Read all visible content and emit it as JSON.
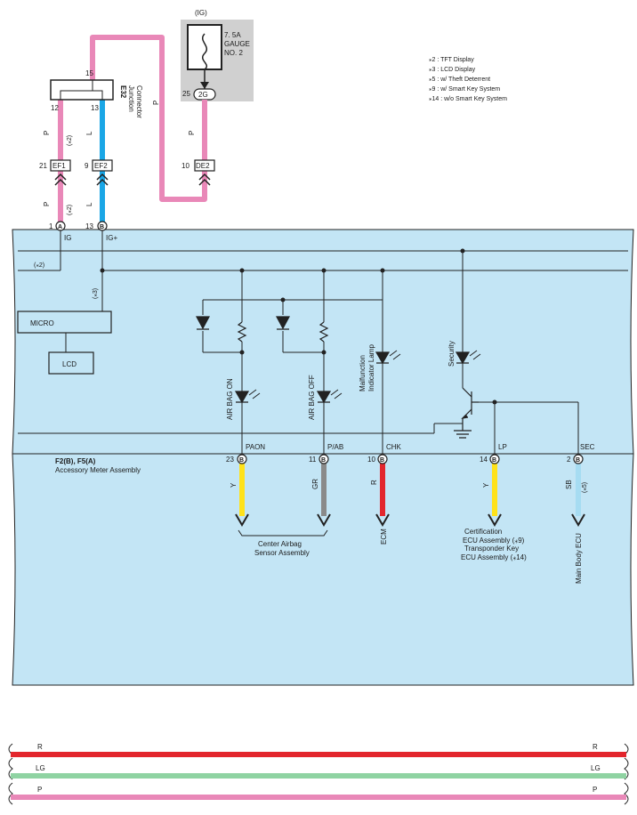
{
  "fuse": {
    "power_source": "(IG)",
    "rating": "7. 5A",
    "name_line1": "GAUGE",
    "name_line2": "NO. 2",
    "terminal_pin": "25",
    "terminal_label": "2G"
  },
  "notes": [
    "⁎2 : TFT Display",
    "⁎3 : LCD Display",
    "⁎5 : w/ Theft Deterrent",
    "⁎9 : w/ Smart Key System",
    "⁎14 : w/o Smart Key System"
  ],
  "junction": {
    "code": "E32",
    "name_line1": "Junction",
    "name_line2": "Connector",
    "pin_top": "15",
    "pin_left": "12",
    "pin_right": "13"
  },
  "wire_codes": {
    "pink": "P",
    "blue": "L",
    "yellow": "Y",
    "gray": "GR",
    "red": "R",
    "sky_blue": "SB",
    "light_green": "LG"
  },
  "note_refs": {
    "tft": "(⁎2)",
    "lcd": "(⁎3)",
    "theft": "(⁎5)"
  },
  "connectors": {
    "ef1": {
      "pin": "21",
      "label": "EF1"
    },
    "ef2": {
      "pin": "9",
      "label": "EF2"
    },
    "de2": {
      "pin": "10",
      "label": "DE2"
    }
  },
  "meter_terminals": {
    "ig": {
      "pin": "1",
      "conn": "A",
      "label": "IG"
    },
    "igplus": {
      "pin": "13",
      "conn": "B",
      "label": "IG+"
    },
    "paon": {
      "pin": "23",
      "conn": "B",
      "label": "PAON"
    },
    "pab": {
      "pin": "11",
      "conn": "B",
      "label": "P/AB"
    },
    "chk": {
      "pin": "10",
      "conn": "B",
      "label": "CHK"
    },
    "lp": {
      "pin": "14",
      "conn": "B",
      "label": "LP"
    },
    "sec": {
      "pin": "2",
      "conn": "B",
      "label": "SEC"
    }
  },
  "internal": {
    "micro": "MICRO",
    "lcd": "LCD",
    "airbag_on": "AIR BAG ON",
    "airbag_off": "AIR BAG OFF",
    "mil_line1": "Malfunction",
    "mil_line2": "Indicator Lamp",
    "security": "Security"
  },
  "assembly": {
    "connector_codes": "F2(B), F5(A)",
    "name": "Accessory Meter Assembly"
  },
  "destinations": {
    "airbag_line1": "Center Airbag",
    "airbag_line2": "Sensor Assembly",
    "ecm": "ECM",
    "cert_line1": "Certification",
    "cert_line2": "ECU Assembly (⁎9)",
    "cert_line3": "Transponder Key",
    "cert_line4": "ECU Assembly (⁎14)",
    "body_ecu": "Main Body ECU"
  },
  "colors": {
    "pink": "#e988b8",
    "blue": "#1aa6e6",
    "yellow": "#ffe21a",
    "gray": "#8a8a8a",
    "red": "#e3262d",
    "sky_blue": "#a6dcf2",
    "light_green": "#8fd3a2",
    "panel": "#c3e5f5",
    "fuse_box": "#d0d0d0"
  }
}
